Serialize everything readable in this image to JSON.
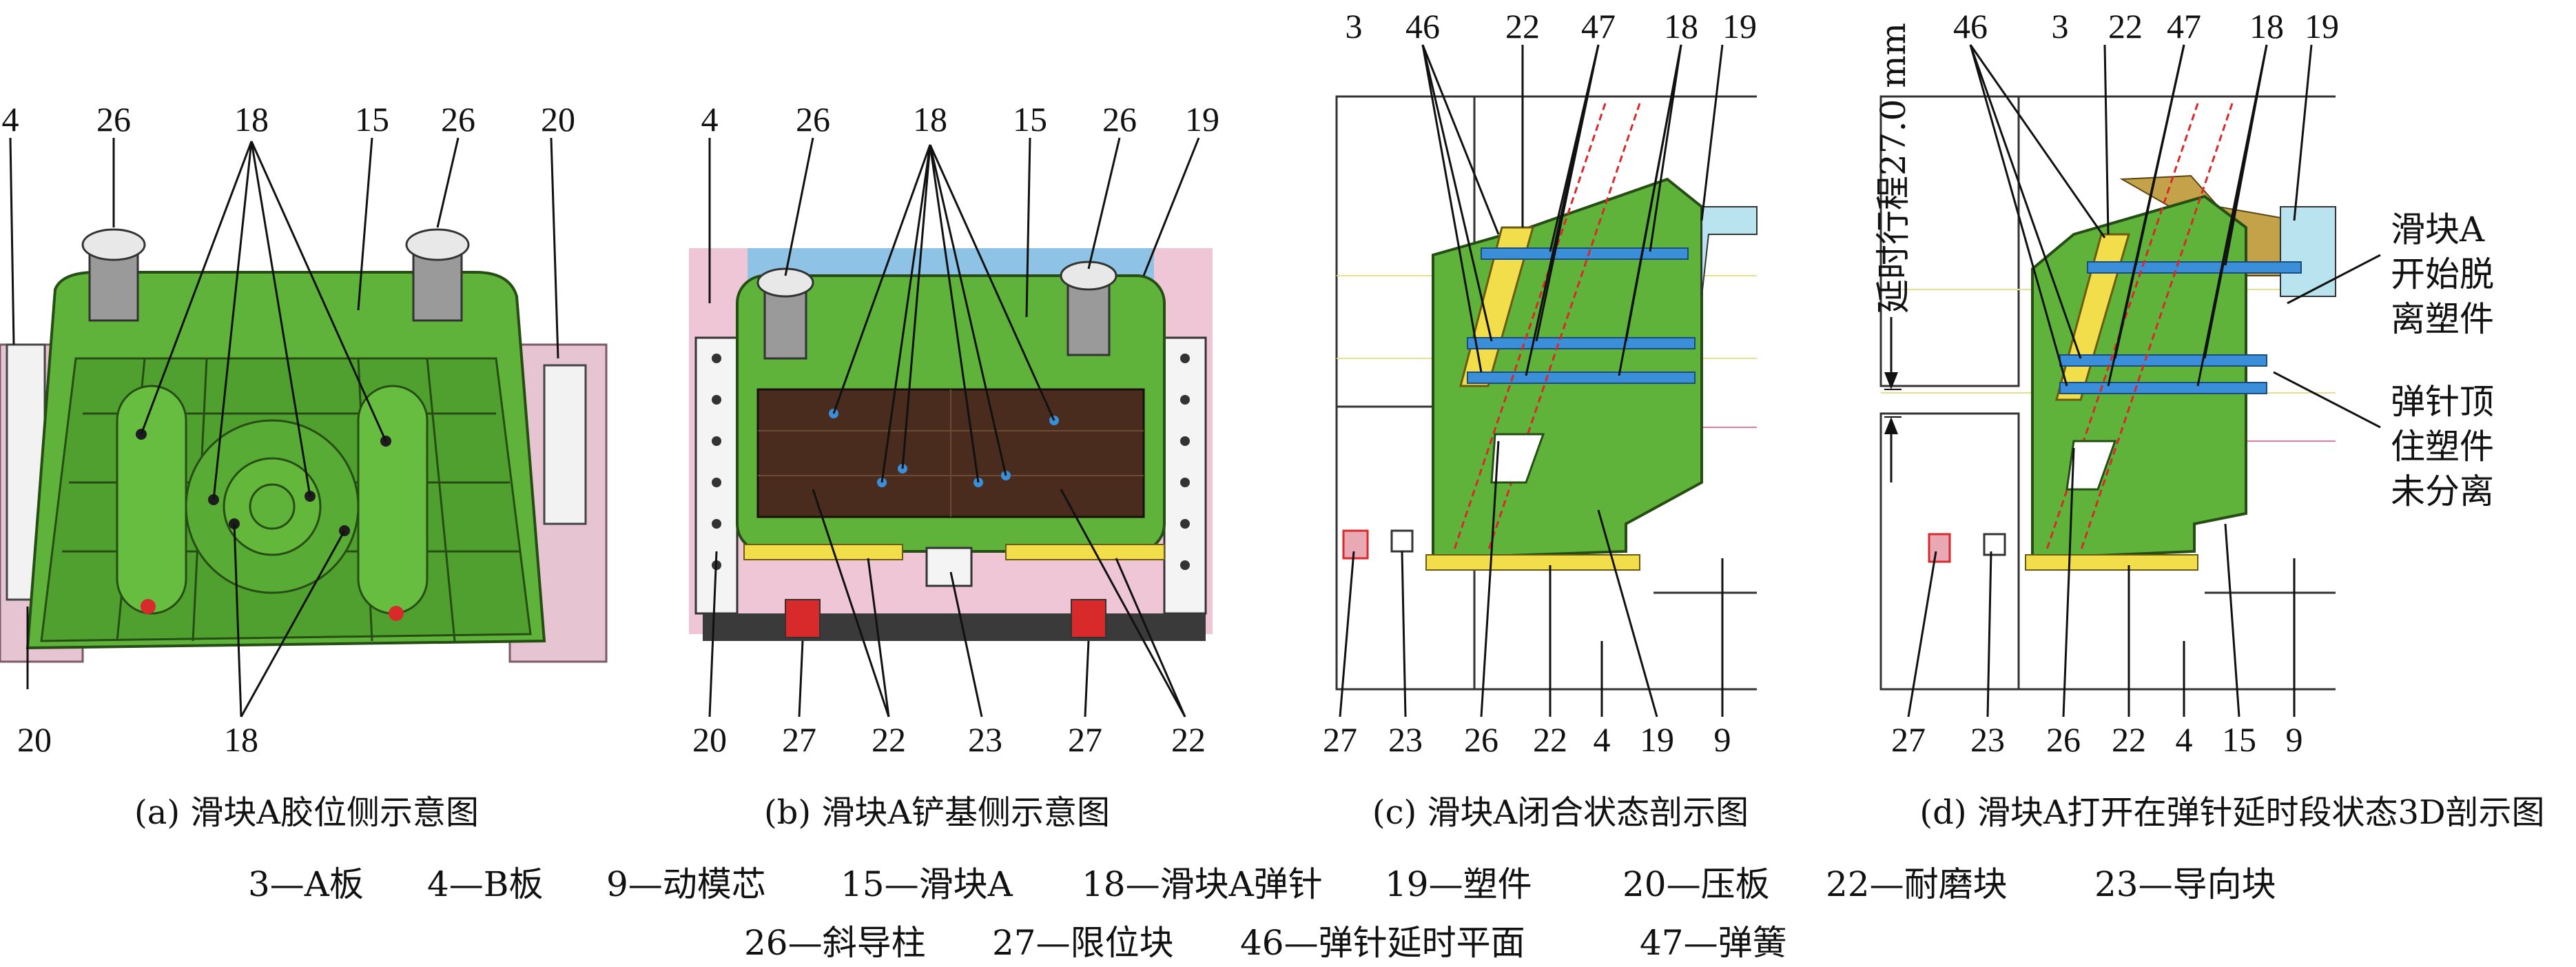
{
  "figure": {
    "panels": [
      {
        "id": "a",
        "caption": "(a) 滑块A胶位侧示意图",
        "top_labels": [
          "4",
          "26",
          "18",
          "15",
          "26",
          "20"
        ],
        "bottom_labels": [
          "20",
          "18"
        ]
      },
      {
        "id": "b",
        "caption": "(b) 滑块A铲基侧示意图",
        "top_labels": [
          "4",
          "26",
          "18",
          "15",
          "26",
          "19"
        ],
        "bottom_labels": [
          "20",
          "27",
          "22",
          "23",
          "27",
          "22"
        ]
      },
      {
        "id": "c",
        "caption": "(c) 滑块A闭合状态剖示图",
        "top_labels": [
          "3",
          "46",
          "22",
          "47",
          "18",
          "19"
        ],
        "bottom_labels": [
          "27",
          "23",
          "26",
          "22",
          "4",
          "19",
          "9"
        ]
      },
      {
        "id": "d",
        "caption": "(d) 滑块A打开在弹针延时段状态3D剖示图",
        "top_labels": [
          "46",
          "3",
          "22",
          "47",
          "18",
          "19"
        ],
        "bottom_labels": [
          "27",
          "23",
          "26",
          "22",
          "4",
          "15",
          "9"
        ],
        "vertical_label": "延时行程27.0 mm",
        "side_notes": [
          "滑块A",
          "开始脱",
          "离塑件",
          "弹针顶",
          "住塑件",
          "未分离"
        ]
      }
    ],
    "legend_lines": [
      [
        "3—A板",
        "4—B板",
        "9—动模芯",
        "15—滑块A",
        "18—滑块A弹针",
        "19—塑件",
        "20—压板",
        "22—耐磨块",
        "23—导向块"
      ],
      [
        "26—斜导柱",
        "27—限位块",
        "46—弹针延时平面",
        "47—弹簧"
      ]
    ]
  },
  "colors": {
    "slider_green": "#5fb33a",
    "slider_green_dark": "#3f8a24",
    "steel_gray": "#c9c9c9",
    "wear_plate_yellow": "#f2dd4a",
    "plastic_part_blue": "#b9e3ee",
    "ejector_pin_blue": "#3a8fd8",
    "pad_brown": "#4a2c1e",
    "plate_pink": "#efc6d6",
    "stop_block_red": "#d82a2a"
  }
}
